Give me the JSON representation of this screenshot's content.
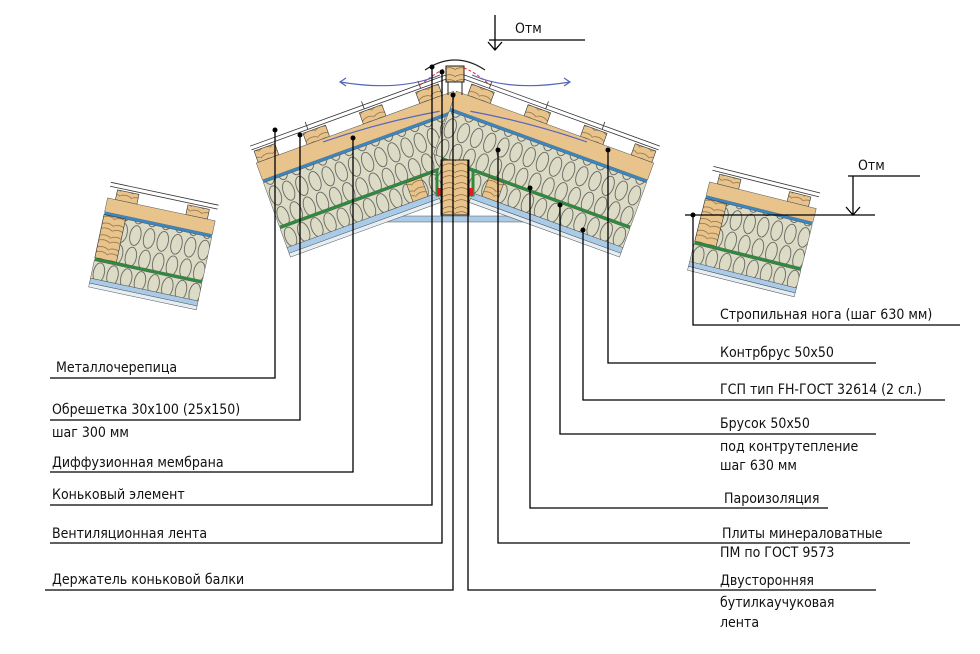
{
  "elevation_marks": [
    "Отм",
    "Отм"
  ],
  "left_labels": [
    {
      "lines": [
        "Металлочерепица"
      ]
    },
    {
      "lines": [
        "Обрешетка 30х100 (25х150)",
        "шаг 300 мм"
      ]
    },
    {
      "lines": [
        "Диффузионная мембрана"
      ]
    },
    {
      "lines": [
        "Коньковый элемент"
      ]
    },
    {
      "lines": [
        "Вентиляционная лента"
      ]
    },
    {
      "lines": [
        "Держатель коньковой балки"
      ]
    }
  ],
  "right_labels": [
    {
      "lines": [
        "Стропильная нога (шаг 630 мм)"
      ]
    },
    {
      "lines": [
        "Контрбрус 50х50"
      ]
    },
    {
      "lines": [
        "ГСП тип FH-ГОСТ 32614 (2 сл.)"
      ]
    },
    {
      "lines": [
        "Брусок 50х50",
        "под контрутепление",
        "шаг 630 мм"
      ]
    },
    {
      "lines": [
        "Пароизоляция"
      ]
    },
    {
      "lines": [
        "Плиты минераловатные",
        "ПМ по ГОСТ 9573"
      ]
    },
    {
      "lines": [
        "Двусторонняя",
        "бутилкаучуковая",
        "лента"
      ]
    }
  ],
  "colors": {
    "wood": "#e8c48c",
    "insulation": "#dcdcc6",
    "membrane": "#3a86c0",
    "vapor_barrier": "#2e8b3e",
    "board": "#a9cbe8",
    "airflow": "#5566bb",
    "sealing_tape": "#e02020"
  }
}
